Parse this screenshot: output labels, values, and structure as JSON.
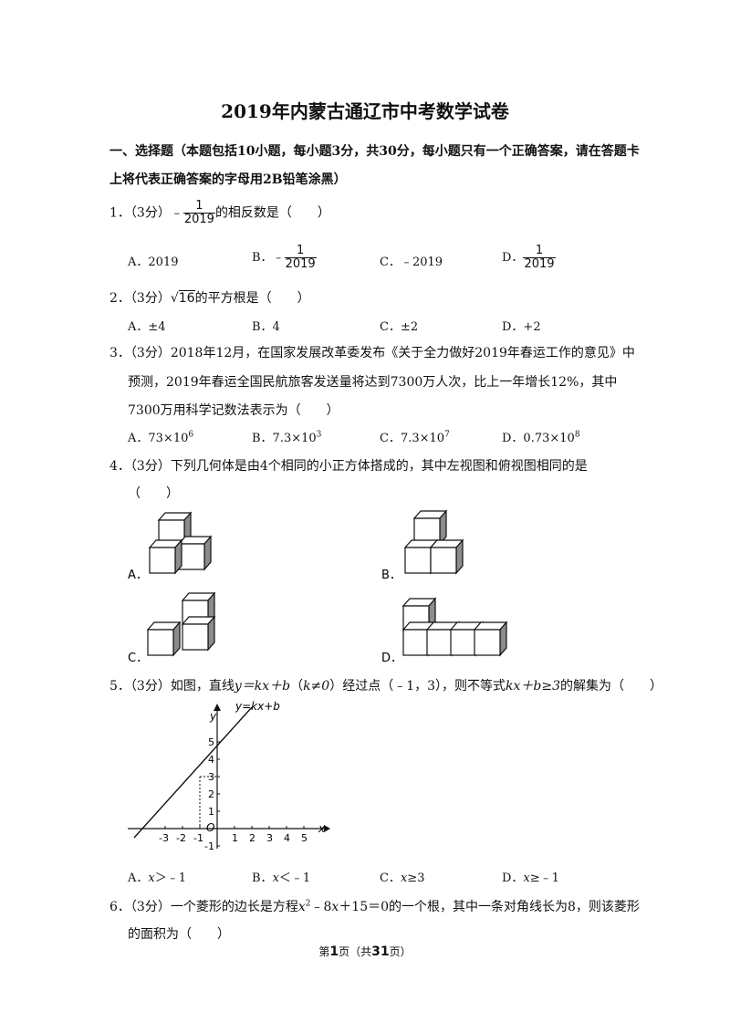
{
  "title": "2019年内蒙古通辽市中考数学试卷",
  "section1": {
    "line1": "一、选择题（本题包括10小题，每小题3分，共30分，每小题只有一个正确答案，请在答题卡",
    "line2": "上将代表正确答案的字母用2B铅笔涂黑）"
  },
  "q1": {
    "num": "1．",
    "score": "（3分）",
    "minus": "﹣",
    "num_top": "1",
    "num_bot": "2019",
    "text": "的相反数是（　　）",
    "options": {
      "a": "A．2019",
      "b_label": "B．",
      "b_minus": "﹣",
      "b_top": "1",
      "b_bot": "2019",
      "c": "C．﹣2019",
      "d_label": "D．",
      "d_top": "1",
      "d_bot": "2019"
    }
  },
  "q2": {
    "num": "2．",
    "score": "（3分）",
    "radicand": "16",
    "text": "的平方根是（　　）",
    "options": {
      "a": "A．±4",
      "b": "B．4",
      "c": "C．±2",
      "d": "D．+2"
    }
  },
  "q3": {
    "line1": "3．（3分）2018年12月，在国家发展改革委发布《关于全力做好2019年春运工作的意见》中",
    "line2": "预测，2019年春运全国民航旅客发送量将达到7300万人次，比上一年增长12%，其中",
    "line3": "7300万用科学记数法表示为（　　）",
    "options": {
      "a": "A．73×10",
      "a_exp": "6",
      "b": "B．7.3×10",
      "b_exp": "3",
      "c": "C．7.3×10",
      "c_exp": "7",
      "d": "D．0.73×10",
      "d_exp": "8"
    }
  },
  "q4": {
    "line1": "4．（3分）下列几何体是由4个相同的小正方体搭成的，其中左视图和俯视图相同的是",
    "line2": "（　　）",
    "options": {
      "a": "A．",
      "b": "B．",
      "c": "C．",
      "d": "D．"
    }
  },
  "q5": {
    "p1": "5．（3分）如图，直线",
    "eq": "y＝kx＋b",
    "p2": "（",
    "cond": "k≠0",
    "p3": "）经过点（﹣1，3），则不等式",
    "ineq": "kx＋b≥3",
    "p4": "的解集为（　　）",
    "graph": {
      "line_label": "y=kx+b",
      "x_axis": "x",
      "y_axis": "y",
      "origin": "O",
      "x_ticks": [
        "-3",
        "-2",
        "-1",
        "1",
        "2",
        "3",
        "4",
        "5"
      ],
      "y_ticks": [
        "5",
        "4",
        "3",
        "2",
        "1",
        "-1"
      ]
    },
    "options": {
      "a_label": "A．",
      "a_var": "x",
      "a_rest": "＞﹣1",
      "b_label": "B．",
      "b_var": "x",
      "b_rest": "＜﹣1",
      "c_label": "C．",
      "c_var": "x",
      "c_rest": "≥3",
      "d_label": "D．",
      "d_var": "x",
      "d_rest": "≥﹣1"
    }
  },
  "q6": {
    "p1": "6．（3分）一个菱形的边长是方程",
    "var": "x",
    "exp": "2",
    "p2": "﹣8",
    "var2": "x",
    "p3": "＋15＝0的一个根，其中一条对角线长为8，则该菱形",
    "line2": "的面积为（　　）"
  },
  "footer": {
    "pre": "第",
    "page": "1",
    "mid": "页（共",
    "total": "31",
    "post": "页）"
  }
}
